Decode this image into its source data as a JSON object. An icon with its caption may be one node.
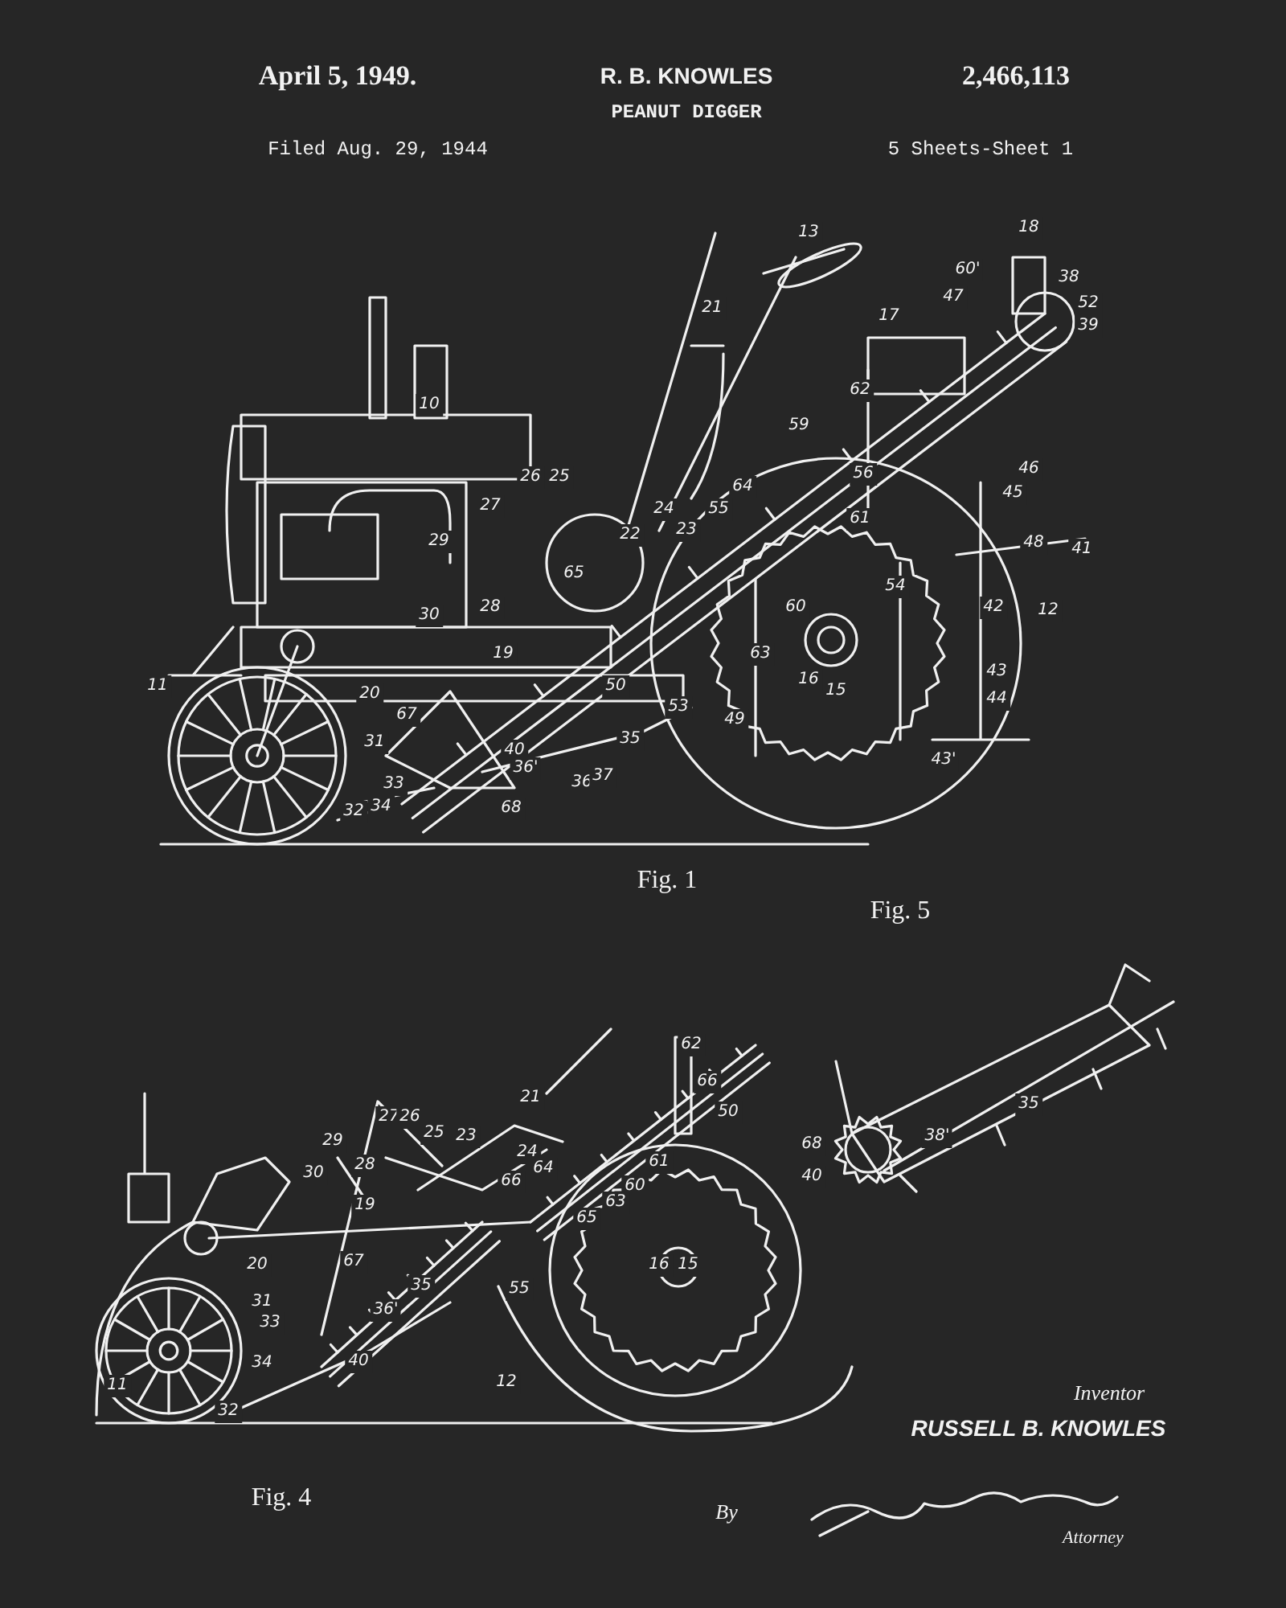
{
  "diagram": {
    "title": "PEANUT DIGGER",
    "labels": [
      "April 5, 1949.",
      "R. B. KNOWLES",
      "2,466,113",
      "Filed Aug. 29, 1944",
      "5 Sheets-Sheet 1",
      "13",
      "18",
      "60'",
      "47",
      "38",
      "52",
      "17",
      "39",
      "21",
      "10",
      "62",
      "59",
      "26",
      "25",
      "27",
      "24",
      "55",
      "64",
      "56",
      "46",
      "45",
      "23",
      "22",
      "29",
      "61",
      "48",
      "41",
      "54",
      "65",
      "60",
      "28",
      "42",
      "12",
      "30",
      "63",
      "19",
      "16",
      "15",
      "43",
      "11",
      "20",
      "50",
      "44",
      "53",
      "49",
      "67",
      "31",
      "40",
      "35",
      "36'",
      "36",
      "37",
      "33",
      "43'",
      "68",
      "32",
      "34",
      "Fig. 1",
      "Fig. 5",
      "62",
      "66",
      "50",
      "21",
      "27",
      "26",
      "25",
      "23",
      "29",
      "24",
      "28",
      "30",
      "66",
      "64",
      "61",
      "60",
      "63",
      "65",
      "19",
      "20",
      "67",
      "16",
      "15",
      "35",
      "55",
      "31",
      "33",
      "36'",
      "40",
      "34",
      "12",
      "11",
      "32",
      "35",
      "38'",
      "68",
      "40",
      "Inventor",
      "RUSSELL B. KNOWLES",
      "Fig. 4",
      "By",
      "Attorney"
    ]
  }
}
